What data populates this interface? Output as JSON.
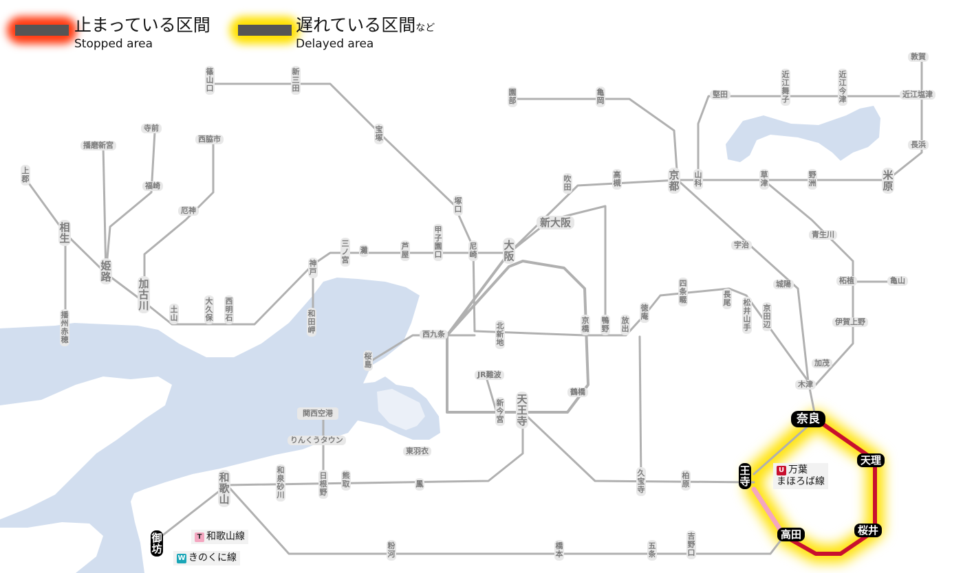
{
  "legend": {
    "stopped": {
      "title": "止まっている区間",
      "sub": "Stopped area",
      "color": "#ff3a10"
    },
    "delayed": {
      "title": "遅れている区間",
      "title_suffix": "など",
      "sub": "Delayed area",
      "color": "#ffe100"
    }
  },
  "colors": {
    "line": "#b0b0b0",
    "sea": "#d2deef",
    "red": "#c8102e",
    "pink": "#f4a6c0",
    "glow": "#ffe100"
  },
  "stations": {
    "sasayamaguchi": "篠山口",
    "shinsanda": "新三田",
    "sonobe": "園部",
    "kameoka": "亀岡",
    "katata": "堅田",
    "omimaiko": "近江舞子",
    "omiimazu": "近江今津",
    "tsuruga": "敦賀",
    "omishiotsu": "近江塩津",
    "nagahama": "長浜",
    "takarazuka": "宝塚",
    "teramae": "寺前",
    "harimashingu": "播磨新宮",
    "nishiwakishi": "西脇市",
    "kamigori": "上郡",
    "fukusaki": "福崎",
    "suita": "吹田",
    "takatsuki": "高槻",
    "kyoto": "京都",
    "yamashina": "山科",
    "kusatsu": "草津",
    "yasu": "野洲",
    "maibara": "米原",
    "tsukaguchi": "塚口",
    "yakujin": "厄神",
    "shinosaka": "新大阪",
    "aioi": "相生",
    "himeji": "姫路",
    "kakogawa": "加古川",
    "dobo": "土山",
    "okubo": "大久保",
    "nishiakashi": "西明石",
    "kobe": "神戸",
    "sannomiya": "三ノ宮",
    "nada": "灘",
    "ashiya": "芦屋",
    "koshienguchi": "甲子園口",
    "amagasaki": "尼崎",
    "osaka": "大阪",
    "uji": "宇治",
    "tsuge": "柘植",
    "kameyama": "亀山",
    "aoyama": "青生川",
    "jobyo": "城陽",
    "iga": "伊賀上野",
    "banshuako": "播州赤穂",
    "wadamisaki": "和田岬",
    "nishikujo": "西九条",
    "kitashinchi": "北新地",
    "kyobashi": "京橋",
    "shijonawate": "四条畷",
    "nagao": "長尾",
    "matsuiyamate": "松井山手",
    "kyotanabe": "京田辺",
    "tokuan": "徳庵",
    "hanaten": "放出",
    "kamo": "加茂",
    "kizu": "木津",
    "sakurajima": "桜島",
    "jrnamba": "JR難波",
    "shinimamiya": "新今宮",
    "tennoji": "天王寺",
    "tsuruhashi": "鶴橋",
    "kansaikuko": "関西空港",
    "rinku": "りんくうタウン",
    "higashihagoromo": "東羽衣",
    "wakayama": "和歌山",
    "izumisunagawa": "和泉砂川",
    "hineno": "日根野",
    "kumatori": "熊取",
    "otori": "鳳",
    "kyuhoji": "久宝寺",
    "kashiwara": "柏原",
    "nara": "奈良",
    "tenri": "天理",
    "oji": "王寺",
    "sakurai": "桜井",
    "takada": "高田",
    "gobo": "御坊",
    "kokawa": "粉河",
    "hashimoto": "橋本",
    "gojo": "五条",
    "yoshinoguchi": "吉野口",
    "kamo2": "鴨野"
  },
  "line_labels": {
    "manyo": {
      "badge": "U",
      "line1": "万葉",
      "line2": "まほろば線",
      "color": "#c8102e"
    },
    "wakayama": {
      "badge": "T",
      "name": "和歌山線",
      "color": "#f4a6c0"
    },
    "kinokuni": {
      "badge": "W",
      "name": "きのくに線",
      "color": "#1aa6b7"
    }
  }
}
